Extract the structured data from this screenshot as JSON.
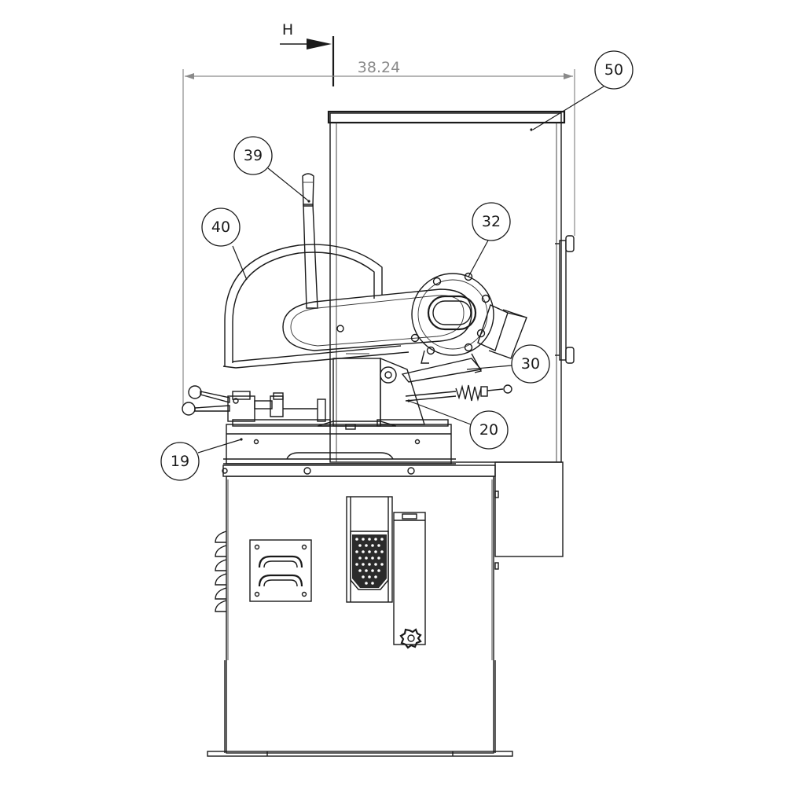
{
  "section_marker": {
    "label": "H"
  },
  "dimension": {
    "value": "38.24"
  },
  "balloons": [
    {
      "id": "b19",
      "label": "19"
    },
    {
      "id": "b20",
      "label": "20"
    },
    {
      "id": "b30",
      "label": "30"
    },
    {
      "id": "b32",
      "label": "32"
    },
    {
      "id": "b39",
      "label": "39"
    },
    {
      "id": "b40",
      "label": "40"
    },
    {
      "id": "b50",
      "label": "50"
    }
  ],
  "colors": {
    "line": "#1a1a1a",
    "dimension": "#8a8a8a",
    "background": "#ffffff"
  }
}
